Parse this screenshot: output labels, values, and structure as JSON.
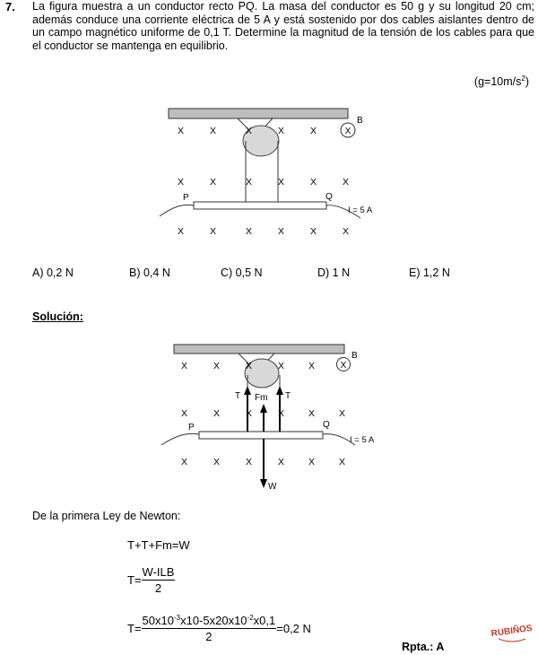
{
  "question": {
    "number": "7.",
    "text": "La figura muestra a un conductor recto PQ. La masa del conductor es 50 g y su longitud 20 cm; además conduce una corriente eléctrica de 5 A y está sostenido por dos cables aislantes dentro de un campo magnético uniforme de 0,1 T. Determine la magnitud de la tensión de los cables para que el conductor se mantenga en equilibrio.",
    "gravity_prefix": "(g=10m/s",
    "gravity_exp": "2",
    "gravity_suffix": ")"
  },
  "figure": {
    "label_b": "B",
    "label_x": "X",
    "label_p": "P",
    "label_q": "Q",
    "label_current": "I = 5 A"
  },
  "options": [
    {
      "label": "A) 0,2 N"
    },
    {
      "label": "B) 0,4 N"
    },
    {
      "label": "C) 0,5 N"
    },
    {
      "label": "D) 1 N"
    },
    {
      "label": "E) 1,2 N"
    }
  ],
  "solution": {
    "heading": "Solución",
    "heading_colon": ":",
    "figure": {
      "label_t": "T",
      "label_fm": "Fm",
      "label_w": "W"
    },
    "newton_text": "De la primera Ley de Newton:",
    "eq1": "T+T+Fm=W",
    "eq2_lhs": "T=",
    "eq2_num": "W-ILB",
    "eq2_den": "2",
    "eq3_lhs": "T=",
    "eq3_num_a": "50x10",
    "eq3_exp_a": "-3",
    "eq3_num_b": "x10-5x20x10",
    "eq3_exp_b": "-2",
    "eq3_num_c": "x0,1",
    "eq3_den": "2",
    "eq3_result": "=0,2 N",
    "answer": "Rpta.: A"
  },
  "logo": {
    "text": "RUBIÑOS",
    "color": "#c0392b"
  }
}
